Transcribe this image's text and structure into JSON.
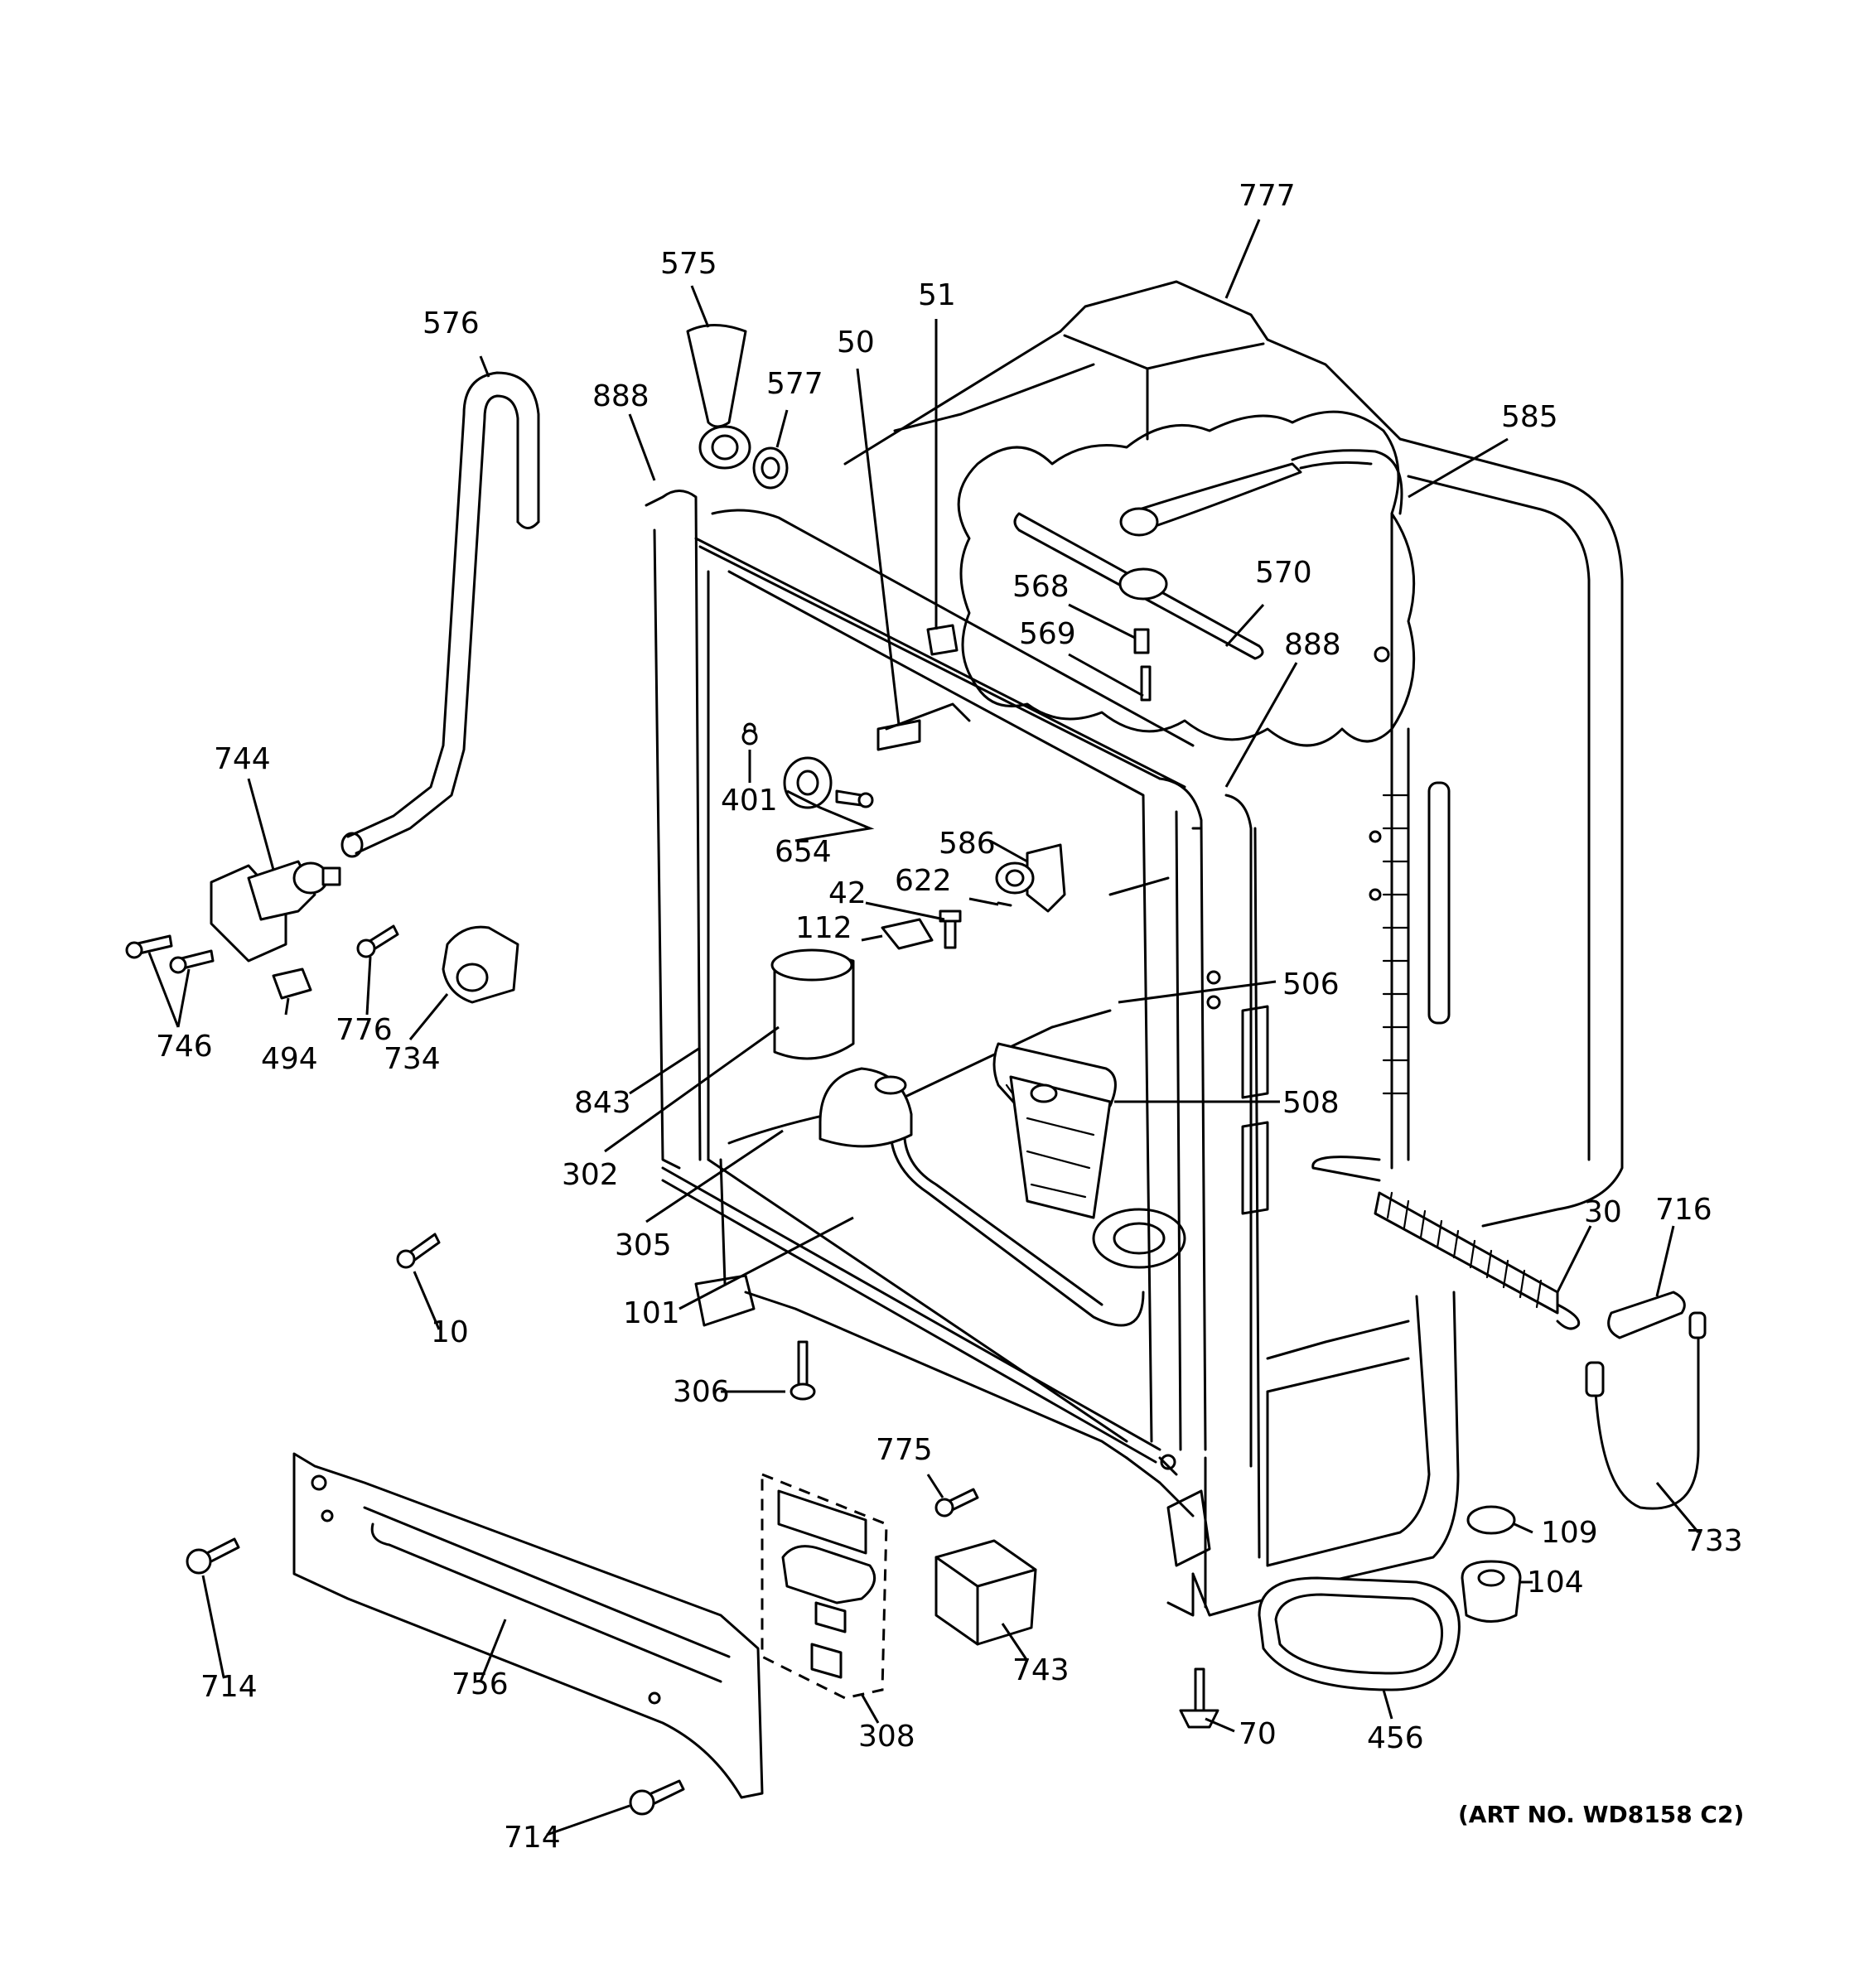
{
  "art_note": "(ART NO. WD8158 C2)",
  "callouts": [
    {
      "id": "c777",
      "text": "777"
    },
    {
      "id": "c575",
      "text": "575"
    },
    {
      "id": "c51",
      "text": "51"
    },
    {
      "id": "c50",
      "text": "50"
    },
    {
      "id": "c576",
      "text": "576"
    },
    {
      "id": "c577",
      "text": "577"
    },
    {
      "id": "c888a",
      "text": "888"
    },
    {
      "id": "c585",
      "text": "585"
    },
    {
      "id": "c570",
      "text": "570"
    },
    {
      "id": "c568",
      "text": "568"
    },
    {
      "id": "c569",
      "text": "569"
    },
    {
      "id": "c888b",
      "text": "888"
    },
    {
      "id": "c744",
      "text": "744"
    },
    {
      "id": "c401",
      "text": "401"
    },
    {
      "id": "c654",
      "text": "654"
    },
    {
      "id": "c586",
      "text": "586"
    },
    {
      "id": "c42",
      "text": "42"
    },
    {
      "id": "c622",
      "text": "622"
    },
    {
      "id": "c112",
      "text": "112"
    },
    {
      "id": "c506",
      "text": "506"
    },
    {
      "id": "c746",
      "text": "746"
    },
    {
      "id": "c776",
      "text": "776"
    },
    {
      "id": "c494",
      "text": "494"
    },
    {
      "id": "c734",
      "text": "734"
    },
    {
      "id": "c843",
      "text": "843"
    },
    {
      "id": "c508",
      "text": "508"
    },
    {
      "id": "c302",
      "text": "302"
    },
    {
      "id": "c305",
      "text": "305"
    },
    {
      "id": "c30",
      "text": "30"
    },
    {
      "id": "c716",
      "text": "716"
    },
    {
      "id": "c10",
      "text": "10"
    },
    {
      "id": "c101",
      "text": "101"
    },
    {
      "id": "c306",
      "text": "306"
    },
    {
      "id": "c775",
      "text": "775"
    },
    {
      "id": "c109",
      "text": "109"
    },
    {
      "id": "c733",
      "text": "733"
    },
    {
      "id": "c104",
      "text": "104"
    },
    {
      "id": "c714a",
      "text": "714"
    },
    {
      "id": "c756",
      "text": "756"
    },
    {
      "id": "c743",
      "text": "743"
    },
    {
      "id": "c308",
      "text": "308"
    },
    {
      "id": "c70",
      "text": "70"
    },
    {
      "id": "c456",
      "text": "456"
    },
    {
      "id": "c714b",
      "text": "714"
    }
  ]
}
